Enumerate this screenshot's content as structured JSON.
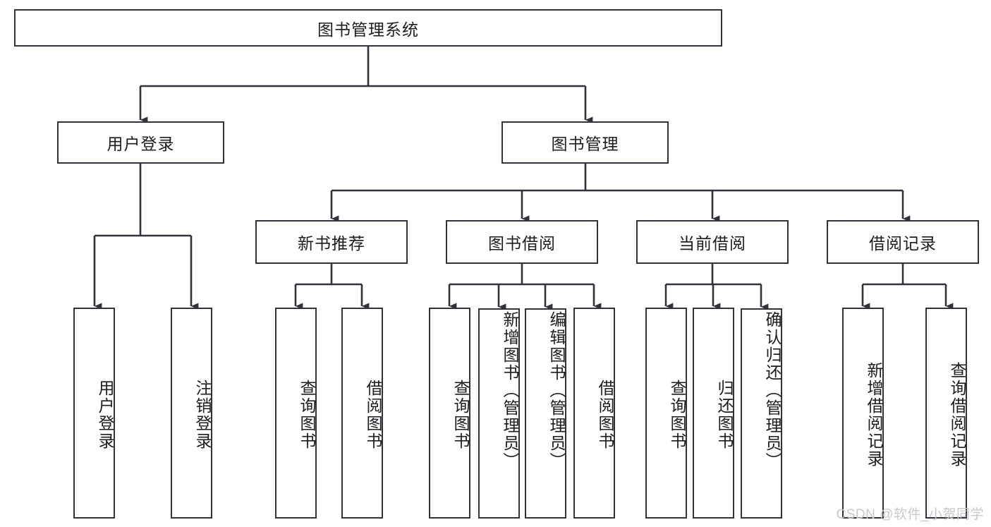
{
  "diagram": {
    "title": "图书管理系统",
    "type": "tree-hierarchy-diagram",
    "colors": {
      "stroke": "#32323a",
      "text": "#1c1c20",
      "background": "#ffffff",
      "watermark": "#c8c8cc"
    },
    "root": {
      "label": "图书管理系统"
    },
    "level2": [
      {
        "label": "用户登录"
      },
      {
        "label": "图书管理"
      }
    ],
    "level3": [
      {
        "label": "新书推荐"
      },
      {
        "label": "图书借阅"
      },
      {
        "label": "当前借阅"
      },
      {
        "label": "借阅记录"
      }
    ],
    "leaves": {
      "user_login": [
        {
          "label": "用户登录"
        },
        {
          "label": "注销登录"
        }
      ],
      "new_book_recommend": [
        {
          "label": "查询图书"
        },
        {
          "label": "借阅图书"
        }
      ],
      "book_borrow": [
        {
          "label": "查询图书"
        },
        {
          "label": "新增图书（管理员）"
        },
        {
          "label": "编辑图书（管理员）"
        },
        {
          "label": "借阅图书"
        }
      ],
      "current_borrow": [
        {
          "label": "查询图书"
        },
        {
          "label": "归还图书"
        },
        {
          "label": "确认归还（管理员）"
        }
      ],
      "borrow_record": [
        {
          "label": "新增借阅记录"
        },
        {
          "label": "查询借阅记录"
        }
      ]
    }
  },
  "watermark": {
    "text": "CSDN @软件_小贺同学"
  }
}
